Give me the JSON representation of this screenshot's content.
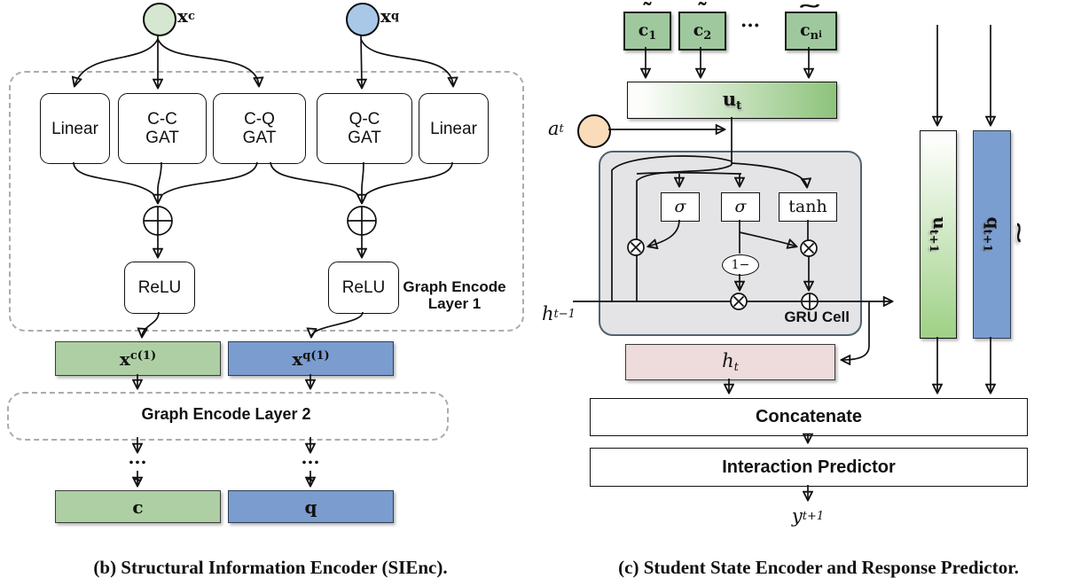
{
  "colors": {
    "green_light": "#d5e7d0",
    "blue_light": "#a9c8e8",
    "green_bar": "#aecfa4",
    "blue_bar": "#7b9cce",
    "green_box": "#a0c89e",
    "green_grad_end": "#8dc37b",
    "peach": "#fbdcba",
    "pink": "#eedbdb",
    "gru_gray": "#e4e4e6",
    "gru_border": "#51626e",
    "vertical_green_end": "#9ed186",
    "vertical_blue": "#7b9ed1"
  },
  "panel_b": {
    "caption": "(b) Structural Information Encoder (SIEnc).",
    "input_c": {
      "base": "x",
      "sup": "c"
    },
    "input_q": {
      "base": "x",
      "sup": "q"
    },
    "layer_boxes": [
      {
        "l1": "Linear",
        "l2": ""
      },
      {
        "l1": "C-C",
        "l2": "GAT"
      },
      {
        "l1": "C-Q",
        "l2": "GAT"
      },
      {
        "l1": "Q-C",
        "l2": "GAT"
      },
      {
        "l1": "Linear",
        "l2": ""
      }
    ],
    "relu1": "ReLU",
    "relu2": "ReLU",
    "layer1_label": {
      "l1": "Graph Encode",
      "l2": "Layer 1"
    },
    "layer2_label": "Graph Encode Layer 2",
    "bar_c1": {
      "base": "x",
      "sup": "c(1)"
    },
    "bar_q1": {
      "base": "x",
      "sup": "q(1)"
    },
    "dots": "...",
    "bar_ct": {
      "tilde": "˜",
      "base": "c"
    },
    "bar_qt": {
      "tilde": "˜",
      "base": "q"
    }
  },
  "panel_c": {
    "caption": "(c) Student State Encoder and Response Predictor.",
    "c1": {
      "tilde": "˜",
      "base": "c",
      "sub": "1"
    },
    "c2": {
      "tilde": "˜",
      "base": "c",
      "sub": "2"
    },
    "dots": "···",
    "cn": {
      "tilde": "˜",
      "base": "c",
      "sub": "n",
      "subsub": "i"
    },
    "ut": {
      "base": "u",
      "sub": "t"
    },
    "at": {
      "base": "a",
      "sub": "t"
    },
    "sigma1": "σ",
    "sigma2": "σ",
    "tanh": "tanh",
    "one_minus": "1−",
    "gru_label": "GRU Cell",
    "h_prev": {
      "base": "h",
      "sub": "t−1"
    },
    "ht": {
      "base": "h",
      "sub": "t"
    },
    "u_next": {
      "base": "u",
      "sub": "t+1"
    },
    "q_next": {
      "tilde": "˜",
      "base": "q",
      "sub": "t+1"
    },
    "concatenate": "Concatenate",
    "interaction_predictor": "Interaction Predictor",
    "y_next": {
      "base": "y",
      "sub": "t+1"
    }
  }
}
